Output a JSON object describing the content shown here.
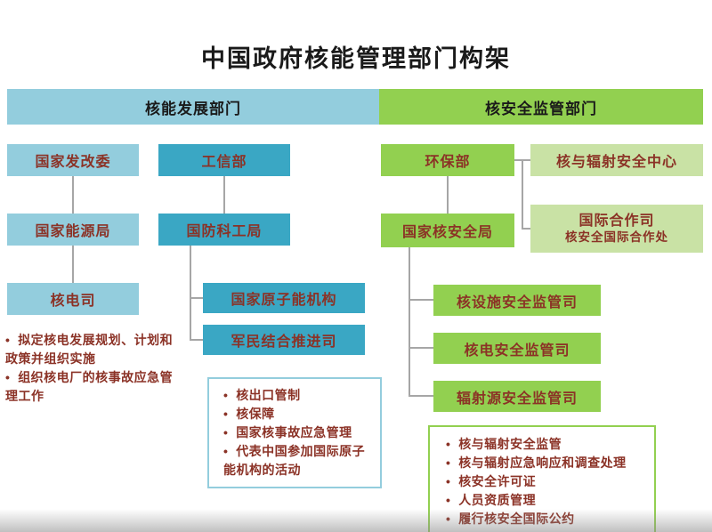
{
  "title": "中国政府核能管理部门构架",
  "headers": {
    "development": "核能发展部门",
    "safety": "核安全监管部门"
  },
  "boxes": {
    "ndrc": "国家发改委",
    "nea": "国家能源局",
    "npd": "核电司",
    "miit": "工信部",
    "sastind": "国防科工局",
    "caea": "国家原子能机构",
    "cmi": "军民结合推进司",
    "mep": "环保部",
    "nnsa": "国家核安全局",
    "nsc": "核与辐射安全中心",
    "icd_title": "国际合作司",
    "icd_sub": "核安全国际合作处",
    "facility": "核设施安全监管司",
    "power": "核电安全监管司",
    "radiation": "辐射源安全监管司"
  },
  "notes": {
    "nea_note": {
      "items": [
        "拟定核电发展规划、计划和政策并组织实施",
        "组织核电厂的核事故应急管理工作"
      ]
    },
    "sastind_note": {
      "items": [
        "核出口管制",
        "核保障",
        "国家核事故应急管理",
        "代表中国参加国际原子能机构的活动"
      ]
    },
    "nnsa_note": {
      "items": [
        "核与辐射安全监管",
        "核与辐射应急响应和调查处理",
        "核安全许可证",
        "人员资质管理",
        "履行核安全国际公约"
      ]
    }
  },
  "colors": {
    "light_blue": "#93CDDD",
    "teal": "#3AA7C4",
    "green": "#92D050",
    "light_green": "#C9E2A5",
    "text": "#8B3226",
    "line": "#A6A6A6"
  }
}
